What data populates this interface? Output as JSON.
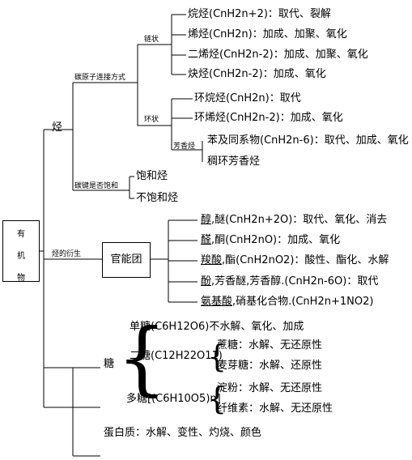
{
  "root": {
    "label_chars": [
      "有",
      "机",
      "物"
    ]
  },
  "hydrocarbon": {
    "label": "烃",
    "by_connection_label": "碳原子连接方式",
    "chain_label": "链状",
    "ring_label": "环状",
    "aromatic_label": "芳香烃",
    "by_bond_label": "碳键是否饱和",
    "alkane": "烷烃(CnH2n+2)：取代、裂解",
    "alkene": "烯烃(CnH2n)：加成、加聚、氧化",
    "diene": "二烯烃(CnH2n-2)：加成、加聚、氧化",
    "alkyne": "炔烃(CnH2n-2)：加成、氧化",
    "cycloalkane": "环烷烃(CnH2n)：取代",
    "cycloalkene": "环烯烃(CnH2n-2)：加成、氧化",
    "benzene": "苯及同系物(CnH2n-6)：取代、加成、氧化",
    "fused": "稠环芳香烃",
    "saturated": "饱和烃",
    "unsaturated": "不饱和烃"
  },
  "derivatives": {
    "label": "烃的衍生",
    "group_box": "官能团",
    "alcohol_u": "醇",
    "alcohol": ",醚(CnH2n+2O)：取代、氧化、消去",
    "aldehyde_u": "醛",
    "aldehyde": ",酮(CnH2nO)：加成、氧化",
    "acid_u": "羧酸",
    "acid": ",酯(CnH2nO2)：酸性、酯化、水解",
    "phenol_u": "酚",
    "phenol": ",芳香醚,芳香醇.(CnH2n-6O)：取代",
    "amino_u": "氨基酸",
    "amino": ",硝基化合物.(CnH2n+1NO2)"
  },
  "sugar": {
    "label": "糖",
    "mono": "单糖(C6H12O6)不水解、氧化、加成",
    "di": "二糖(C12H22O11)",
    "sucrose": "蔗糖：水解、无还原性",
    "maltose": "麦芽糖：水解、还原性",
    "poly": "多糖[(C6H10O5)n]",
    "starch": "淀粉：水解、无还原性",
    "cellulose": "纤维素：水解、无还原性"
  },
  "protein": "蛋白质：水解、变性、灼烧、颜色"
}
